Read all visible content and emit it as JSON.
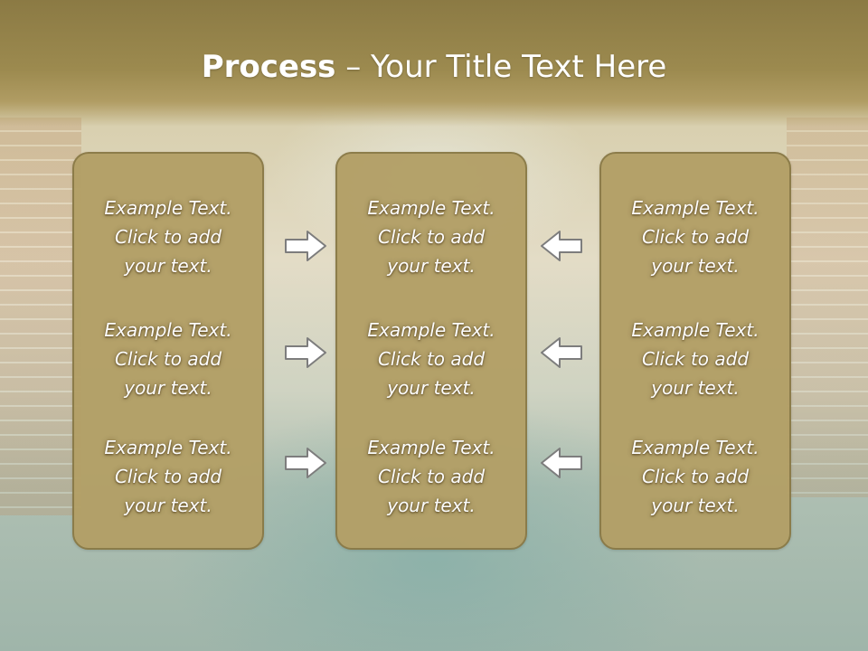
{
  "slide": {
    "title_bold": "Process",
    "title_rest": " – Your Title Text Here"
  },
  "columns": [
    {
      "items": [
        {
          "line1": "Example Text.",
          "line2": "Click  to add",
          "line3": "your text."
        },
        {
          "line1": "Example Text.",
          "line2": "Click  to add",
          "line3": "your text."
        },
        {
          "line1": "Example Text.",
          "line2": "Click  to add",
          "line3": "your text."
        }
      ]
    },
    {
      "items": [
        {
          "line1": "Example Text.",
          "line2": "Click  to add",
          "line3": "your text."
        },
        {
          "line1": "Example Text.",
          "line2": "Click  to add",
          "line3": "your text."
        },
        {
          "line1": "Example Text.",
          "line2": "Click  to add",
          "line3": "your text."
        }
      ]
    },
    {
      "items": [
        {
          "line1": "Example Text.",
          "line2": "Click  to add",
          "line3": "your text."
        },
        {
          "line1": "Example Text.",
          "line2": "Click  to add",
          "line3": "your text."
        },
        {
          "line1": "Example Text.",
          "line2": "Click  to add",
          "line3": "your text."
        }
      ]
    }
  ],
  "colors": {
    "header": "#9c8a4f",
    "box_fill": "#b3a067",
    "box_border": "#8a7a47",
    "arrow_fill": "#ffffff",
    "arrow_stroke": "#7d7d7d"
  },
  "icons": {
    "left_arrows": "arrow-right-icon",
    "right_arrows": "arrow-left-icon"
  }
}
